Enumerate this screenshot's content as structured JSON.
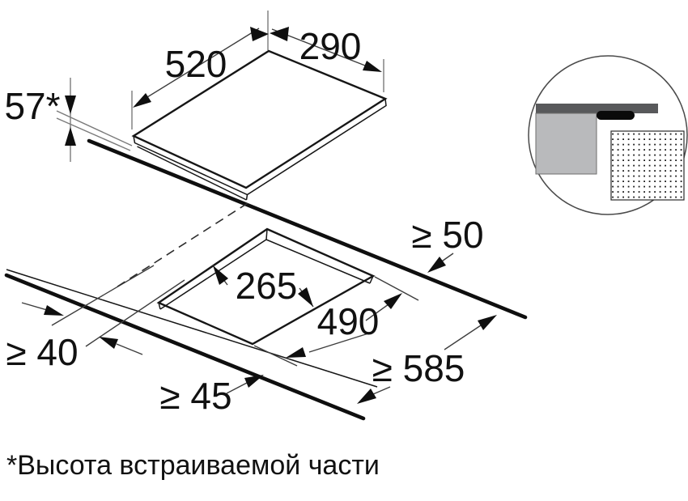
{
  "diagram": {
    "dimensions": {
      "hob_width": "520",
      "hob_depth": "290",
      "hob_height": "57*",
      "cutout_inner": "265",
      "cutout_width": "490",
      "clearance_rear": "≥ 50",
      "clearance_side": "≥ 40",
      "clearance_front": "≥ 45",
      "worktop_depth": "≥ 585"
    },
    "footnote": "*Высота встраиваемой части",
    "colors": {
      "line": "#111111",
      "worktop_section": "#58595b",
      "cabinet_section": "#b9babc",
      "appliance_section_border": "#2a2a2a",
      "background": "#ffffff"
    }
  }
}
